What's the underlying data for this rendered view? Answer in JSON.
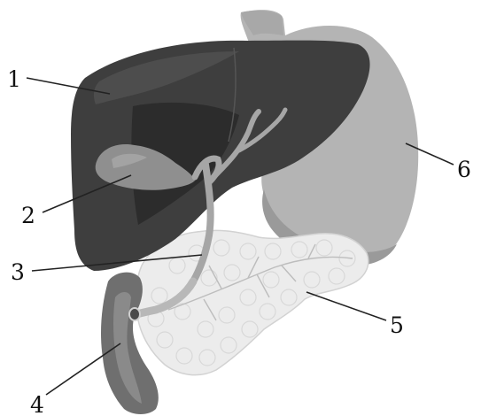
{
  "labels": {
    "l1": "1",
    "l2": "2",
    "l3": "3",
    "l4": "4",
    "l5": "5",
    "l6": "6"
  },
  "colors": {
    "liver": "#3e3e3e",
    "liver_shade": "#2c2c2c",
    "liver_highlight": "#4d4d4d",
    "gallbladder": "#8f8f8f",
    "stomach": "#b4b4b4",
    "stomach_dark": "#9a9a9a",
    "pancreas": "#ececec",
    "duodenum": "#6f6f6f",
    "duct": "#a6a6a6",
    "leader": "#222222"
  }
}
